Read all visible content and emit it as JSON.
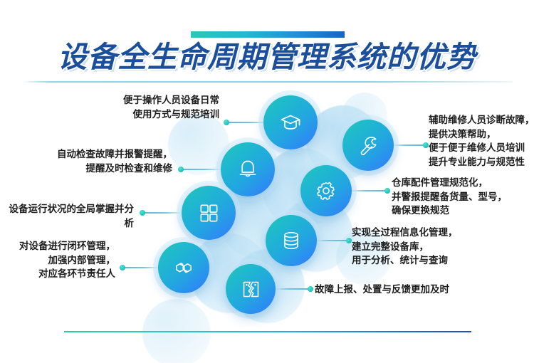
{
  "header": {
    "title": "设备全生命周期管理系统的优势",
    "accent_bar_gradient": [
      "#2ec6b6",
      "#1763c9"
    ],
    "title_color": "#1b4f9c",
    "underline_color": "#8ecfe4"
  },
  "footer": {
    "rule_gradient": [
      "#2ecc8f",
      "#27aee0",
      "#1b4fc4"
    ]
  },
  "theme": {
    "node_gradient": [
      "#23c6b4",
      "#22a6e0",
      "#2f7bf0"
    ],
    "connector_line_color": "#79c3dd",
    "connector_dot_color": "#21c5bd",
    "blob_color": "#c6e6f7",
    "background": "#ffffff",
    "label_color": "#1d1d1d"
  },
  "nodes": [
    {
      "id": "training",
      "icon": "graduation-cap-icon",
      "side": "left",
      "label": "便于操作人员设备日常\n使用方式与规范培训"
    },
    {
      "id": "diagnosis",
      "icon": "wrench-icon",
      "side": "right",
      "label": "辅助维修人员诊断故障，\n提供决策帮助，\n便于便于维修人员培训\n提升专业能力与规范性"
    },
    {
      "id": "alarm",
      "icon": "bell-icon",
      "side": "left",
      "label": "自动检查故障并报警提醒，\n提醒及时检查和维修"
    },
    {
      "id": "spare-parts",
      "icon": "gear-icon",
      "side": "right",
      "label": "仓库配件管理规范化，\n并警报提醒备货量、型号，\n确保更换规范"
    },
    {
      "id": "overview",
      "icon": "grid-dashboard-icon",
      "side": "left",
      "label": "设备运行状况的全局掌握并分析"
    },
    {
      "id": "database",
      "icon": "database-icon",
      "side": "right",
      "label": "实现全过程信息化管理，\n建立完整设备库，\n用于分析、统计与查询"
    },
    {
      "id": "closed-loop",
      "icon": "loop-icon",
      "side": "left",
      "label": "对设备进行闭环管理，\n加强内部管理，\n对应各环节责任人"
    },
    {
      "id": "fault-report",
      "icon": "fault-report-icon",
      "side": "right",
      "label": "故障上报、处置与反馈更加及时"
    }
  ]
}
